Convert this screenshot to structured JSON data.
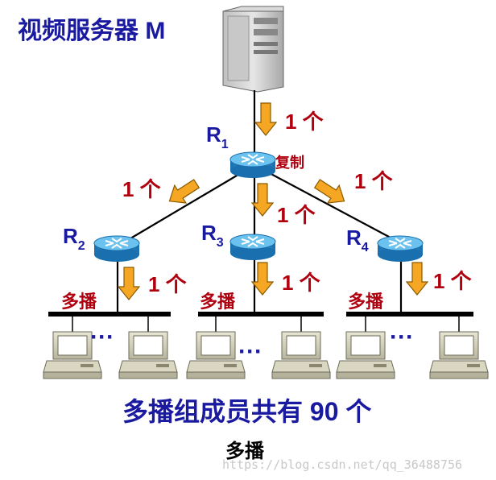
{
  "title": "视频服务器 M",
  "routers": [
    {
      "name": "R",
      "sub": "1"
    },
    {
      "name": "R",
      "sub": "2"
    },
    {
      "name": "R",
      "sub": "3"
    },
    {
      "name": "R",
      "sub": "4"
    }
  ],
  "copy_label": "复制",
  "counts": {
    "server_to_r1": "1 个",
    "r1_to_r2": "1 个",
    "r1_to_r3": "1 个",
    "r1_to_r4": "1 个",
    "r2_to_lan": "1 个",
    "r3_to_lan": "1 个",
    "r4_to_lan": "1 个"
  },
  "multicast_label": "多播",
  "dots": "···",
  "summary": "多播组成员共有 90 个",
  "caption": "多播",
  "watermark": "https://blog.csdn.net/qq_36488756",
  "colors": {
    "blue_text": "#1a1aa0",
    "red_text": "#b0000f",
    "arrow_fill": "#f5a623",
    "router_top": "#5fb8e8",
    "router_side": "#1f7fc0"
  }
}
